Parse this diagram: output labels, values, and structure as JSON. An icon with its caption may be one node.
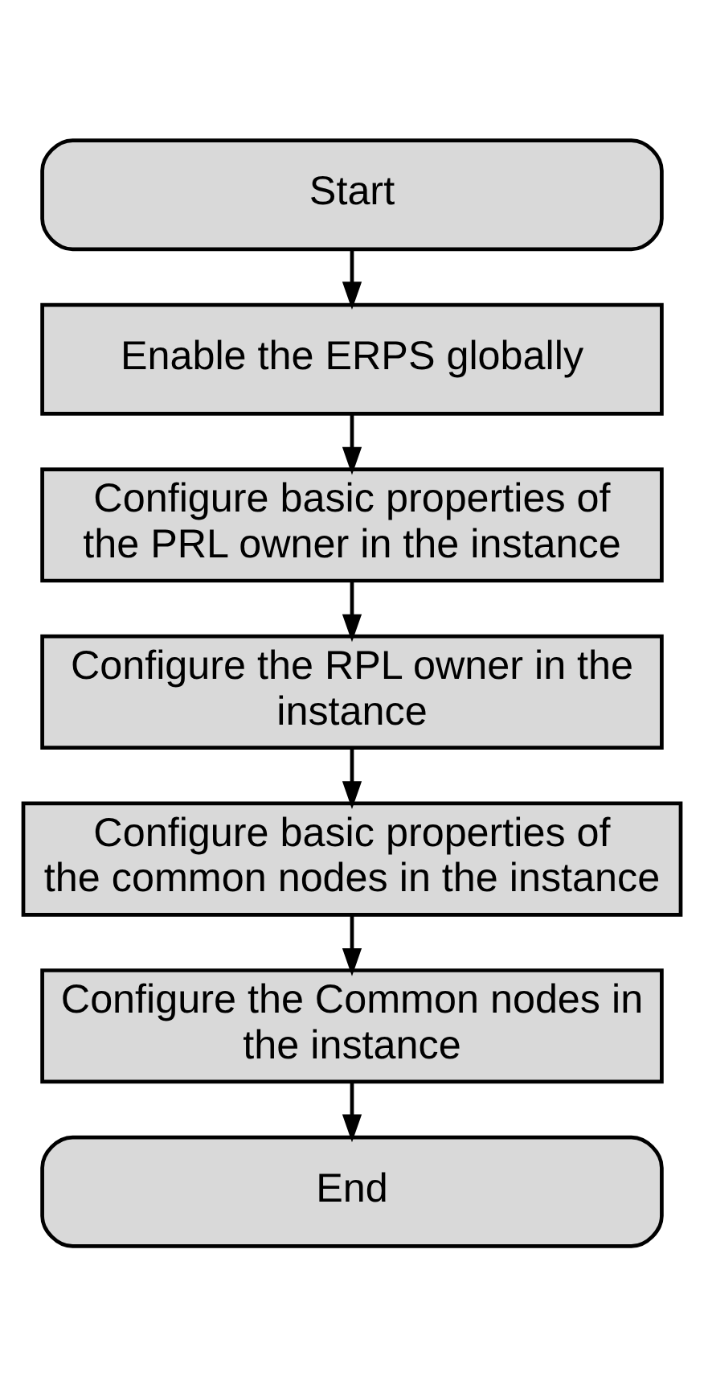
{
  "diagram": {
    "nodes": [
      {
        "text": [
          "Start"
        ]
      },
      {
        "text": [
          "Enable the ERPS globally"
        ]
      },
      {
        "text": [
          "Configure basic properties of the PRL owner in the instance"
        ]
      },
      {
        "text": [
          "Configure the RPL owner in the instance"
        ]
      },
      {
        "text": [
          "Configure basic properties of the common nodes in the instance"
        ]
      },
      {
        "text": [
          "Configure the Common nodes in the instance"
        ]
      },
      {
        "text": [
          "End"
        ]
      }
    ],
    "edges": [
      {
        "from": 0,
        "to": 1,
        "arrow": "to"
      },
      {
        "from": 1,
        "to": 2,
        "arrow": "to"
      },
      {
        "from": 2,
        "to": 3,
        "arrow": "to"
      },
      {
        "from": 3,
        "to": 4,
        "arrow": "to"
      },
      {
        "from": 4,
        "to": 5,
        "arrow": "to"
      },
      {
        "from": 5,
        "to": 6,
        "arrow": "to"
      }
    ]
  }
}
